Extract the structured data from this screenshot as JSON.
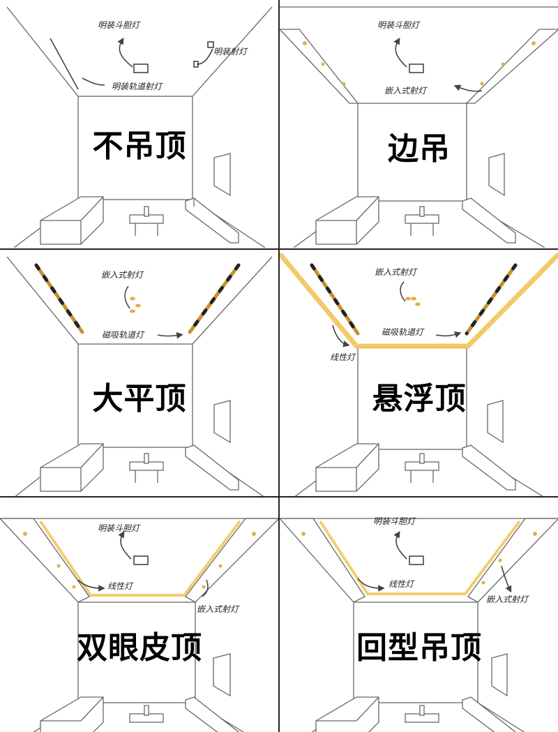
{
  "panels": [
    {
      "title": "不吊顶",
      "labels": [
        "明装斗胆灯",
        "明装射灯",
        "明装轨道射灯"
      ]
    },
    {
      "title": "边吊",
      "labels": [
        "明装斗胆灯",
        "嵌入式射灯"
      ]
    },
    {
      "title": "大平顶",
      "labels": [
        "嵌入式射灯",
        "磁吸轨道灯"
      ]
    },
    {
      "title": "悬浮顶",
      "labels": [
        "嵌入式射灯",
        "磁吸轨道灯",
        "线性灯"
      ]
    },
    {
      "title": "双眼皮顶",
      "labels": [
        "明装斗胆灯",
        "线性灯",
        "嵌入式射灯"
      ]
    },
    {
      "title": "回型吊顶",
      "labels": [
        "明装斗胆灯",
        "线性灯",
        "嵌入式射灯"
      ]
    }
  ],
  "colors": {
    "line": "#555555",
    "warm_light": "#f3c35a",
    "track": "#c98f2c",
    "divider": "#222222"
  }
}
